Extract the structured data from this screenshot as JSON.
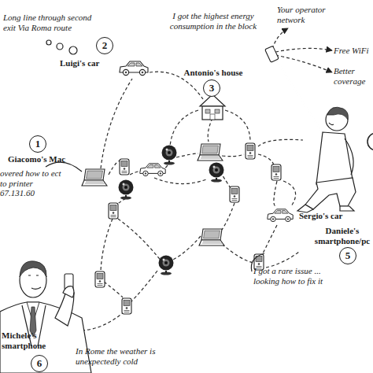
{
  "diagram": {
    "nodes": [
      {
        "text": [
          "1"
        ]
      },
      {
        "text": [
          "2"
        ]
      },
      {
        "text": [
          "3"
        ]
      },
      {
        "text": [
          "5"
        ]
      },
      {
        "text": [
          "6"
        ]
      }
    ],
    "labels": [
      "Long line through second exit Via Roma route",
      "Luigi's car",
      "I got the highest energy consumption in the block",
      "Antonio's house",
      "Your operator network",
      "Free WiFi",
      "Better coverage",
      "Giacomo's Mac",
      "overed how to ect to printer 67.131.60",
      "Sergio's car",
      "Daniele's smartphone/pc",
      "I got a rare issue ... looking how to fix it",
      "Michele's smartphone",
      "In Rome the weather is unexpectedly cold"
    ]
  }
}
